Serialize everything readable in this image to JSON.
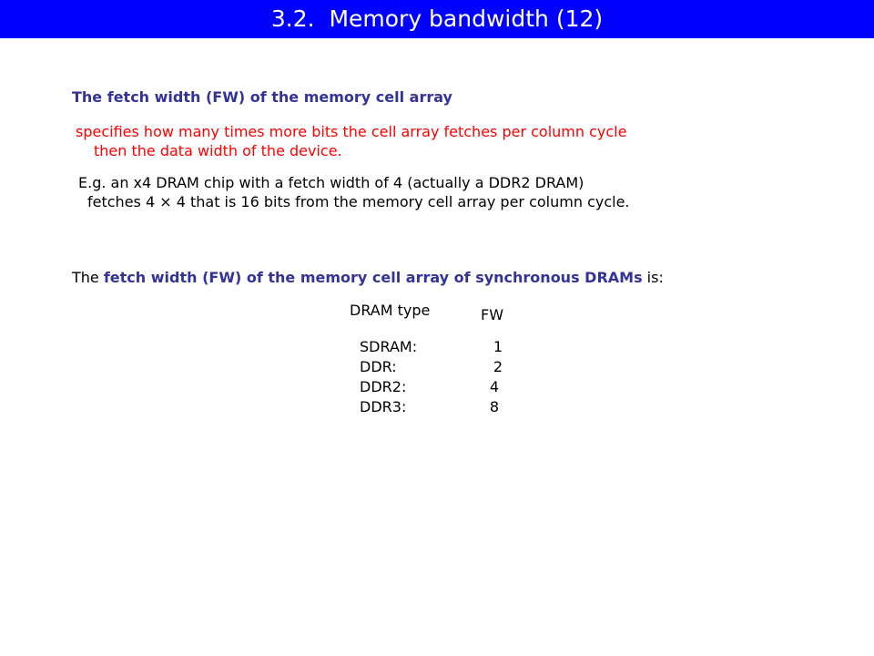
{
  "title": "3.2.  Memory bandwidth (12)",
  "heading": "The fetch width (FW) of the memory cell array",
  "definition": {
    "line1": "specifies how many times more bits the cell array fetches per column cycle",
    "line2": "then the data width of the device."
  },
  "example": {
    "line1": "E.g. an x4 DRAM chip with a fetch width of 4 (actually a DDR2 DRAM)",
    "line2": "fetches 4 × 4 that is 16 bits from the memory cell array per column cycle."
  },
  "summary": {
    "prefix": "The ",
    "highlight": "fetch width (FW) of the memory cell array of synchronous DRAMs",
    "suffix": " is:"
  },
  "table": {
    "col_type": "DRAM type",
    "col_fw": "FW",
    "rows": [
      {
        "type": "SDRAM:",
        "fw": "1"
      },
      {
        "type": "DDR:",
        "fw": "2"
      },
      {
        "type": "DDR2:",
        "fw": "4"
      },
      {
        "type": "DDR3:",
        "fw": "8"
      }
    ]
  },
  "colors": {
    "title_bar": "#0000ff",
    "heading": "#333399",
    "definition": "#ff0000"
  }
}
